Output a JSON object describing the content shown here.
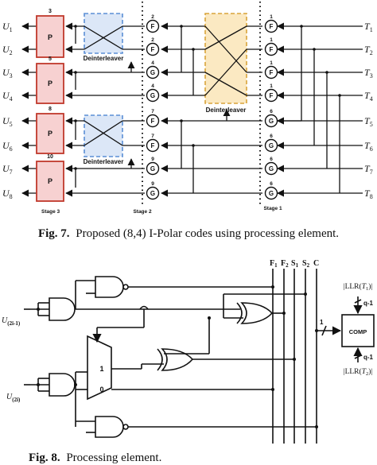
{
  "fig7": {
    "outputs": [
      {
        "u": "U",
        "sub": "1"
      },
      {
        "u": "U",
        "sub": "2"
      },
      {
        "u": "U",
        "sub": "3"
      },
      {
        "u": "U",
        "sub": "4"
      },
      {
        "u": "U",
        "sub": "5"
      },
      {
        "u": "U",
        "sub": "6"
      },
      {
        "u": "U",
        "sub": "7"
      },
      {
        "u": "U",
        "sub": "8"
      }
    ],
    "inputs": [
      {
        "t": "T",
        "sub": "1"
      },
      {
        "t": "T",
        "sub": "2"
      },
      {
        "t": "T",
        "sub": "3"
      },
      {
        "t": "T",
        "sub": "4"
      },
      {
        "t": "T",
        "sub": "5"
      },
      {
        "t": "T",
        "sub": "6"
      },
      {
        "t": "T",
        "sub": "7"
      },
      {
        "t": "T",
        "sub": "8"
      }
    ],
    "p_box_label": "P",
    "p_box_numbers": [
      "3",
      "5",
      "8",
      "10"
    ],
    "stage2_nodes": [
      {
        "letter": "F",
        "num": "2"
      },
      {
        "letter": "F",
        "num": "2"
      },
      {
        "letter": "G",
        "num": "4"
      },
      {
        "letter": "G",
        "num": "4"
      },
      {
        "letter": "F",
        "num": "7"
      },
      {
        "letter": "F",
        "num": "7"
      },
      {
        "letter": "G",
        "num": "9"
      },
      {
        "letter": "G",
        "num": "9"
      }
    ],
    "stage1_nodes": [
      {
        "letter": "F",
        "num": "1"
      },
      {
        "letter": "F",
        "num": "1"
      },
      {
        "letter": "F",
        "num": "1"
      },
      {
        "letter": "F",
        "num": "1"
      },
      {
        "letter": "G",
        "num": "6"
      },
      {
        "letter": "G",
        "num": "6"
      },
      {
        "letter": "G",
        "num": "6"
      },
      {
        "letter": "G",
        "num": "6"
      }
    ],
    "deinterleaver_label": "Deinterleaver",
    "stage_labels": [
      "Stage 3",
      "Stage 2",
      "Stage 1"
    ],
    "caption_bold": "Fig. 7.",
    "caption_text": "Proposed (8,4) I-Polar codes using processing element."
  },
  "fig8": {
    "control_labels": [
      {
        "main": "F",
        "sub": "1"
      },
      {
        "main": "F",
        "sub": "2"
      },
      {
        "main": "S",
        "sub": "1"
      },
      {
        "main": "S",
        "sub": "2"
      },
      {
        "main": "C",
        "sub": ""
      }
    ],
    "input_top": {
      "main": "U",
      "sub": "(2i-1)"
    },
    "input_bottom": {
      "main": "U",
      "sub": "(2i)"
    },
    "mux_in1": "1",
    "mux_in0": "0",
    "bus_width": "1",
    "comp_label": "COMP",
    "llr_top": {
      "pre": "|LLR(",
      "var": "T",
      "sub": "1",
      "post": ")|"
    },
    "llr_bottom": {
      "pre": "|LLR(",
      "var": "T",
      "sub": "2",
      "post": ")|"
    },
    "width_top": "q-1",
    "width_bottom": "q-1",
    "caption_bold": "Fig. 8.",
    "caption_text": "Processing element."
  }
}
